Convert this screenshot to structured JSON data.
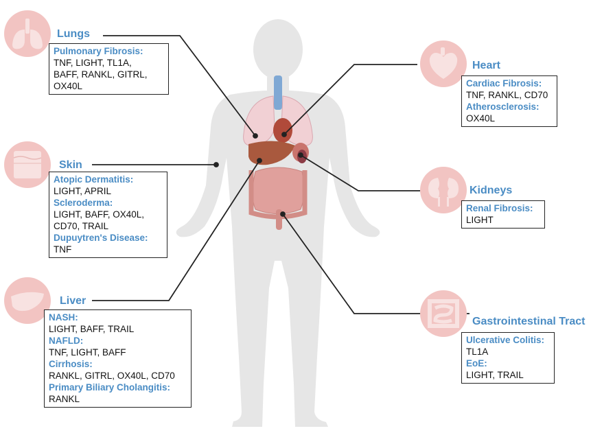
{
  "organs": {
    "lungs": {
      "title": "Lungs",
      "icon": "lungs-icon",
      "diseases": [
        {
          "name": "Pulmonary Fibrosis:",
          "factors": "TNF, LIGHT, TL1A,\nBAFF, RANKL, GITRL,\nOX40L"
        }
      ]
    },
    "skin": {
      "title": "Skin",
      "icon": "skin-icon",
      "diseases": [
        {
          "name": "Atopic Dermatitis:",
          "factors": "LIGHT, APRIL"
        },
        {
          "name": "Scleroderma:",
          "factors": "LIGHT, BAFF, OX40L,\nCD70, TRAIL"
        },
        {
          "name": "Dupuytren's Disease:",
          "factors": "TNF"
        }
      ]
    },
    "liver": {
      "title": "Liver",
      "icon": "liver-icon",
      "diseases": [
        {
          "name": "NASH:",
          "factors": "LIGHT, BAFF, TRAIL"
        },
        {
          "name": "NAFLD:",
          "factors": "TNF, LIGHT, BAFF"
        },
        {
          "name": "Cirrhosis:",
          "factors": "RANKL, GITRL, OX40L, CD70"
        },
        {
          "name": "Primary Biliary Cholangitis:",
          "factors": "RANKL"
        }
      ]
    },
    "heart": {
      "title": "Heart",
      "icon": "heart-icon",
      "diseases": [
        {
          "name": "Cardiac Fibrosis:",
          "factors": "TNF, RANKL, CD70"
        },
        {
          "name": "Atherosclerosis:",
          "factors": "OX40L"
        }
      ]
    },
    "kidneys": {
      "title": "Kidneys",
      "icon": "kidneys-icon",
      "diseases": [
        {
          "name": "Renal Fibrosis:",
          "factors": "LIGHT"
        }
      ]
    },
    "gi": {
      "title": "Gastrointestinal Tract",
      "icon": "intestine-icon",
      "diseases": [
        {
          "name": "Ulcerative Colitis:",
          "factors": "TL1A"
        },
        {
          "name": "EoE:",
          "factors": "LIGHT, TRAIL"
        }
      ]
    }
  },
  "colors": {
    "title_blue": "#4a8cc4",
    "circle_pink": "#f2c4c2",
    "body_gray": "#e6e6e6"
  }
}
